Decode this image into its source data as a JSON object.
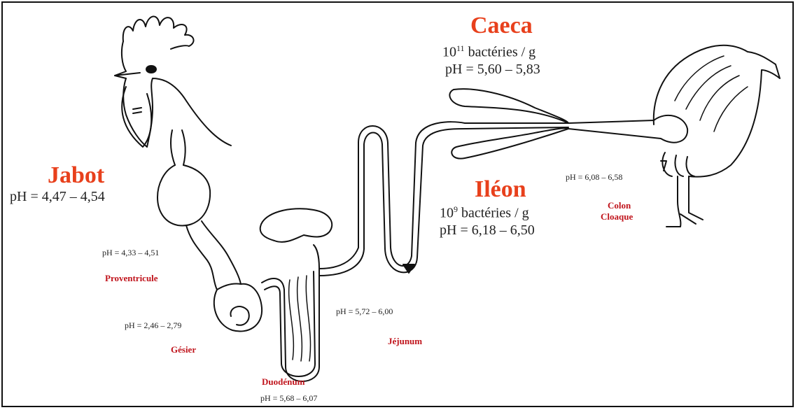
{
  "caeca": {
    "title": "Caeca",
    "bacteria_base": "10",
    "bacteria_exp": "11",
    "bacteria_unit": " bactéries / g",
    "ph": "pH = 5,60 – 5,83"
  },
  "jabot": {
    "title": "Jabot",
    "ph": "pH = 4,47 – 4,54"
  },
  "ileon": {
    "title": "Iléon",
    "bacteria_base": "10",
    "bacteria_exp": "9",
    "bacteria_unit": " bactéries / g",
    "ph": "pH = 6,18 – 6,50"
  },
  "proventricule": {
    "name": "Proventricule",
    "ph": "pH = 4,33 – 4,51"
  },
  "gesier": {
    "name": "Gésier",
    "ph": "pH = 2,46 – 2,79"
  },
  "duodenum": {
    "name": "Duodénum",
    "ph": "pH = 5,68 – 6,07"
  },
  "jejunum": {
    "name": "Jéjunum",
    "ph": "pH = 5,72 – 6,00"
  },
  "colon": {
    "name_line1": "Colon",
    "name_line2": "Cloaque",
    "ph": "pH = 6,08 – 6,58"
  },
  "colors": {
    "title_accent": "#e8401c",
    "organ_label": "#c0141c",
    "line": "#111111"
  }
}
